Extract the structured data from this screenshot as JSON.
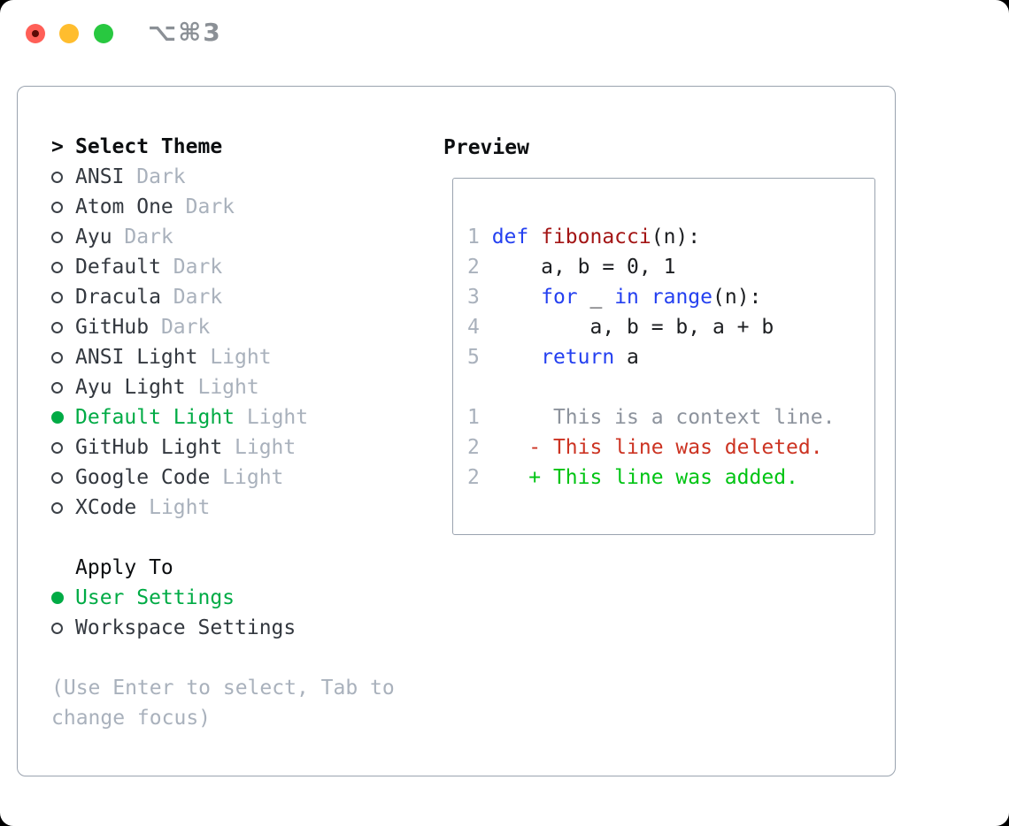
{
  "window": {
    "shortcut_label": "⌥⌘3"
  },
  "colors": {
    "close_red": "#ff5f57",
    "minimize_yellow": "#ffbd2e",
    "zoom_green": "#28c840",
    "shortcut_gray": "#8b9096",
    "border_gray": "#9aa3af",
    "heading_black": "#0c0e10",
    "text_dark": "#33383f",
    "muted_gray": "#a9b1bc",
    "accent_green": "#00ab45",
    "keyword_blue": "#2440f0",
    "function_red": "#a31515",
    "context_gray": "#8d939d",
    "deleted_red": "#cc3322",
    "added_green": "#00c413"
  },
  "theme_list": {
    "header": {
      "prefix": ">",
      "label": "Select Theme"
    },
    "items": [
      {
        "name": "ANSI",
        "variant": "Dark",
        "selected": false
      },
      {
        "name": "Atom One",
        "variant": "Dark",
        "selected": false
      },
      {
        "name": "Ayu",
        "variant": "Dark",
        "selected": false
      },
      {
        "name": "Default",
        "variant": "Dark",
        "selected": false
      },
      {
        "name": "Dracula",
        "variant": "Dark",
        "selected": false
      },
      {
        "name": "GitHub",
        "variant": "Dark",
        "selected": false
      },
      {
        "name": "ANSI Light",
        "variant": "Light",
        "selected": false
      },
      {
        "name": "Ayu Light",
        "variant": "Light",
        "selected": false
      },
      {
        "name": "Default Light",
        "variant": "Light",
        "selected": true
      },
      {
        "name": "GitHub Light",
        "variant": "Light",
        "selected": false
      },
      {
        "name": "Google Code",
        "variant": "Light",
        "selected": false
      },
      {
        "name": "XCode",
        "variant": "Light",
        "selected": false
      }
    ]
  },
  "apply_to": {
    "header": "Apply To",
    "items": [
      {
        "name": "User Settings",
        "selected": true
      },
      {
        "name": "Workspace Settings",
        "selected": false
      }
    ]
  },
  "hint_lines": [
    "(Use Enter to select, Tab to",
    "change focus)"
  ],
  "preview": {
    "title": "Preview",
    "code_lines": [
      [
        {
          "t": "1 ",
          "c": "num"
        },
        {
          "t": "def ",
          "c": "kw"
        },
        {
          "t": "fibonacci",
          "c": "fn"
        },
        {
          "t": "(n):",
          "c": "plain"
        }
      ],
      [
        {
          "t": "2 ",
          "c": "num"
        },
        {
          "t": "    a, b = 0, 1",
          "c": "plain"
        }
      ],
      [
        {
          "t": "3 ",
          "c": "num"
        },
        {
          "t": "    ",
          "c": "plain"
        },
        {
          "t": "for",
          "c": "kw"
        },
        {
          "t": " _ ",
          "c": "plain"
        },
        {
          "t": "in",
          "c": "kw"
        },
        {
          "t": " ",
          "c": "plain"
        },
        {
          "t": "range",
          "c": "kw"
        },
        {
          "t": "(n):",
          "c": "plain"
        }
      ],
      [
        {
          "t": "4 ",
          "c": "num"
        },
        {
          "t": "        a, b = b, a + b",
          "c": "plain"
        }
      ],
      [
        {
          "t": "5 ",
          "c": "num"
        },
        {
          "t": "    ",
          "c": "plain"
        },
        {
          "t": "return",
          "c": "kw"
        },
        {
          "t": " a",
          "c": "plain"
        }
      ],
      [],
      [
        {
          "t": "1 ",
          "c": "num"
        },
        {
          "t": "     This is a context line.",
          "c": "ctx"
        }
      ],
      [
        {
          "t": "2 ",
          "c": "num"
        },
        {
          "t": "   ",
          "c": "plain"
        },
        {
          "t": "- This line was deleted.",
          "c": "del"
        }
      ],
      [
        {
          "t": "2 ",
          "c": "num"
        },
        {
          "t": "   ",
          "c": "plain"
        },
        {
          "t": "+ This line was added.",
          "c": "add"
        }
      ]
    ]
  }
}
